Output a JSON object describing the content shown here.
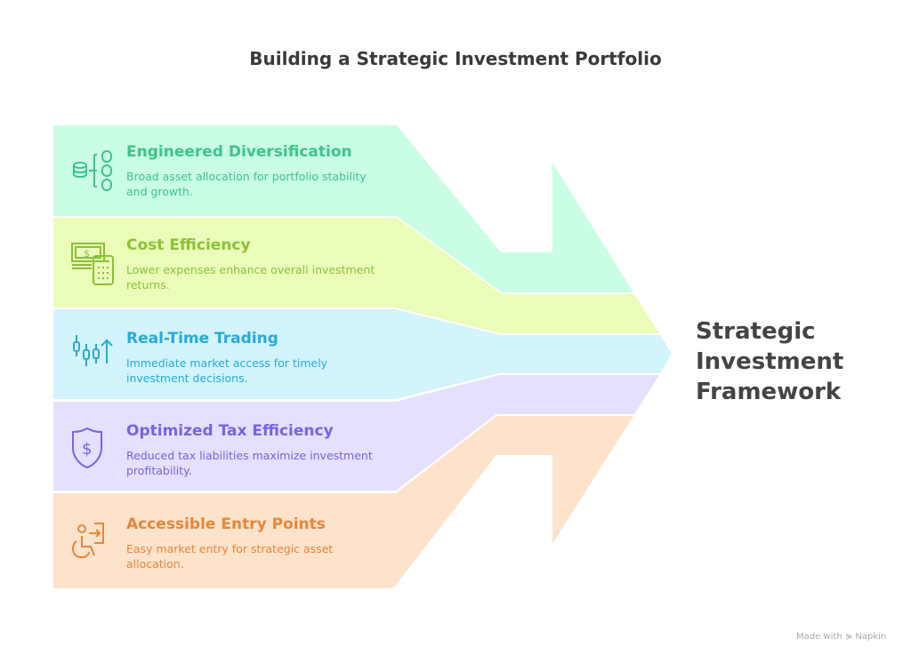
{
  "title": "Building a Strategic Investment Portfolio",
  "center_label": [
    "Strategic",
    "Investment",
    "Framework"
  ],
  "items": [
    {
      "heading": "Engineered Diversification",
      "description": "Broad asset allocation for portfolio stability and growth.",
      "icon": "database-stack-icon",
      "color": "#3cc687",
      "fill": "#c9fde4"
    },
    {
      "heading": "Cost Efficiency",
      "description": "Lower expenses enhance overall investment returns.",
      "icon": "money-calculator-icon",
      "color": "#8cc13a",
      "fill": "#eafdb9"
    },
    {
      "heading": "Real-Time Trading",
      "description": "Immediate market access for timely investment decisions.",
      "icon": "candlestick-chart-icon",
      "color": "#27abd9",
      "fill": "#d3f3fd"
    },
    {
      "heading": "Optimized Tax Efficiency",
      "description": "Reduced tax liabilities maximize investment profitability.",
      "icon": "shield-dollar-icon",
      "color": "#7a62e6",
      "fill": "#e4e0fd"
    },
    {
      "heading": "Accessible Entry Points",
      "description": "Easy market entry for strategic asset allocation.",
      "icon": "accessible-entry-icon",
      "color": "#e6873a",
      "fill": "#fde3cb"
    }
  ],
  "footer": "Made with ⋟ Napkin"
}
